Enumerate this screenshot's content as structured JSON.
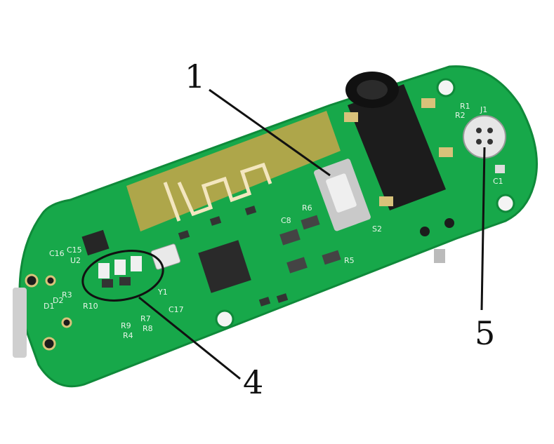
{
  "callouts": {
    "c1": "1",
    "c4": "4",
    "c5": "5"
  },
  "silkscreen": {
    "j1": "J1",
    "r1": "R1",
    "r2": "R2",
    "c1": "C1",
    "c16": "C16",
    "c15": "C15",
    "u2": "U2",
    "d1": "D1",
    "d2": "D2",
    "r3": "R3",
    "r10": "R10",
    "r9": "R9",
    "r7": "R7",
    "r4": "R4",
    "r8": "R8",
    "y1": "Y1",
    "c17": "C17",
    "s2": "S2",
    "r5": "R5",
    "r6": "R6",
    "c8": "C8"
  },
  "colors": {
    "pcb": "#17a84a",
    "pcb_dark": "#0f8a3a",
    "antenna": "#c9a64a",
    "chip": "#2a2a2a",
    "jack": "#1c1c1c",
    "pad": "#d8c27a"
  }
}
